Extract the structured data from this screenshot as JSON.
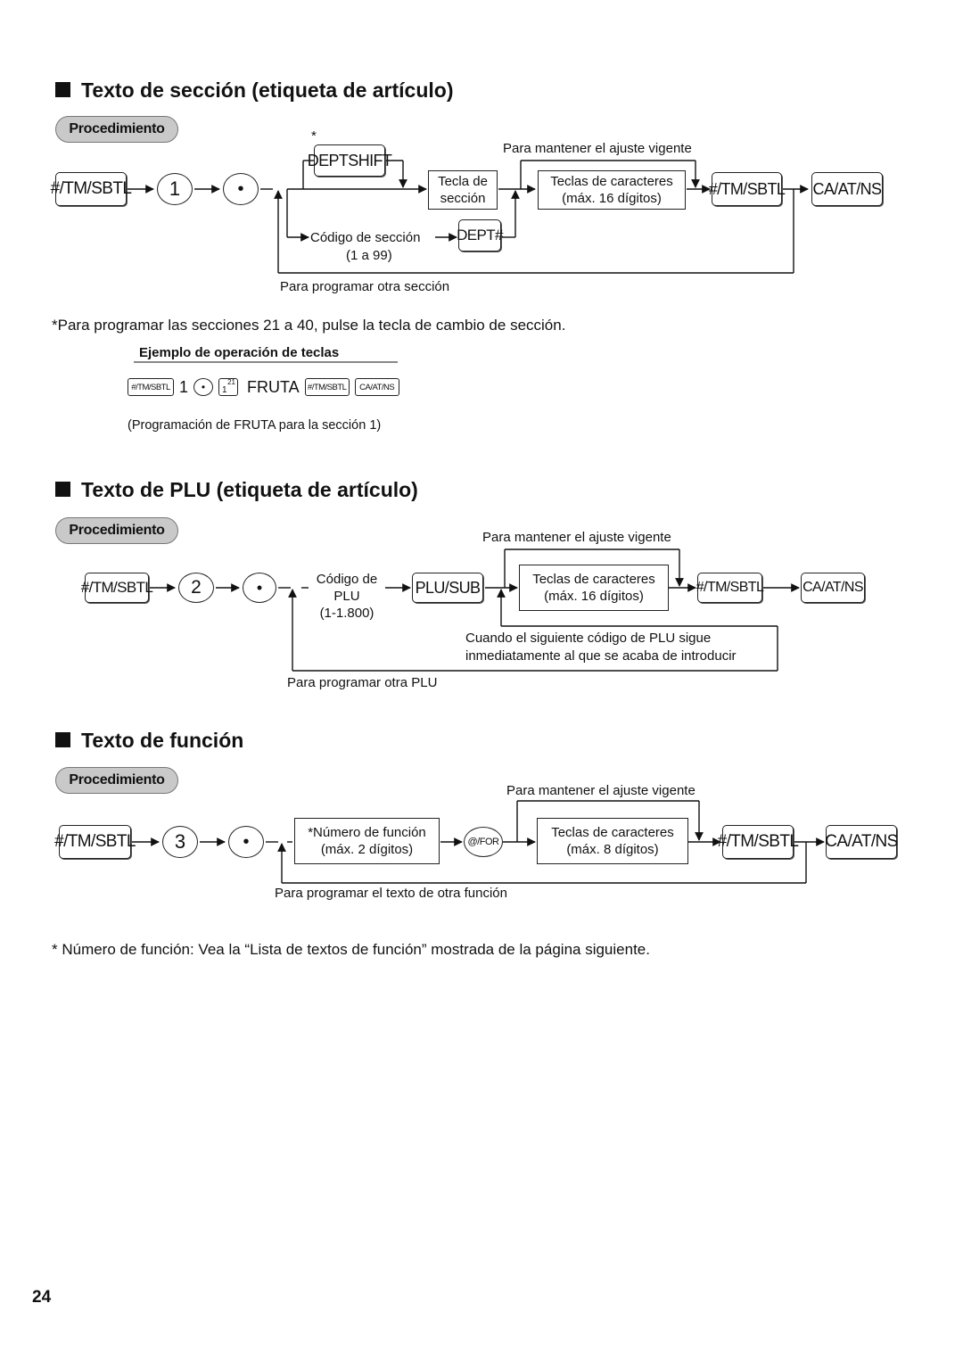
{
  "sections": {
    "s1": {
      "title": "Texto de sección (etiqueta de artículo)",
      "procedure": "Procedimiento",
      "keys": {
        "tm_sbtl": "#/TM/SBTL",
        "one": "1",
        "dot": "•",
        "deptshift": "DEPTSHIFT",
        "dept": "DEPT#",
        "caatns": "CA/AT/NS"
      },
      "asterisk": "*",
      "box_tecla_line1": "Tecla de",
      "box_tecla_line2": "sección",
      "box_chars_line1": "Teclas de caracteres",
      "box_chars_line2": "(máx. 16 dígitos)",
      "keep_current": "Para mantener el ajuste vigente",
      "codigo": "Código de sección",
      "range": "(1 a 99)",
      "loop": "Para programar otra sección",
      "note": "*Para programar las secciones 21 a 40, pulse la tecla de cambio de sección.",
      "example_heading": "Ejemplo de operación de teclas",
      "example": {
        "key1": "#/TM/SBTL",
        "n1": "1",
        "dot": "•",
        "k21_main": "1",
        "k21_sup": "21",
        "word": "FRUTA",
        "key2": "#/TM/SBTL",
        "key3": "CA/AT/NS"
      },
      "example_caption": "(Programación de FRUTA para la sección 1)"
    },
    "s2": {
      "title": "Texto de PLU (etiqueta de artículo)",
      "procedure": "Procedimiento",
      "keys": {
        "tm_sbtl": "#/TM/SBTL",
        "two": "2",
        "dot": "•",
        "plusub": "PLU/SUB",
        "caatns": "CA/AT/NS"
      },
      "keep_current": "Para mantener el ajuste vigente",
      "codigo_line1": "Código de",
      "codigo_line2": "PLU",
      "codigo_line3": "(1-1.800)",
      "box_chars_line1": "Teclas de caracteres",
      "box_chars_line2": "(máx. 16 dígitos)",
      "next_line1": "Cuando el siguiente código de PLU sigue",
      "next_line2": "inmediatamente al que se acaba de introducir",
      "loop": "Para programar otra PLU"
    },
    "s3": {
      "title": "Texto de función",
      "procedure": "Procedimiento",
      "keys": {
        "tm_sbtl": "#/TM/SBTL",
        "three": "3",
        "dot": "•",
        "for": "@/FOR",
        "caatns": "CA/AT/NS"
      },
      "keep_current": "Para mantener el ajuste vigente",
      "box_num_line1": "*Número de función",
      "box_num_line2": "(máx. 2 dígitos)",
      "box_chars_line1": "Teclas de caracteres",
      "box_chars_line2": "(máx. 8 dígitos)",
      "loop": "Para programar el texto de otra función",
      "note": "* Número de función: Vea la “Lista de textos de función” mostrada de la página siguiente."
    }
  },
  "page_number": "24"
}
